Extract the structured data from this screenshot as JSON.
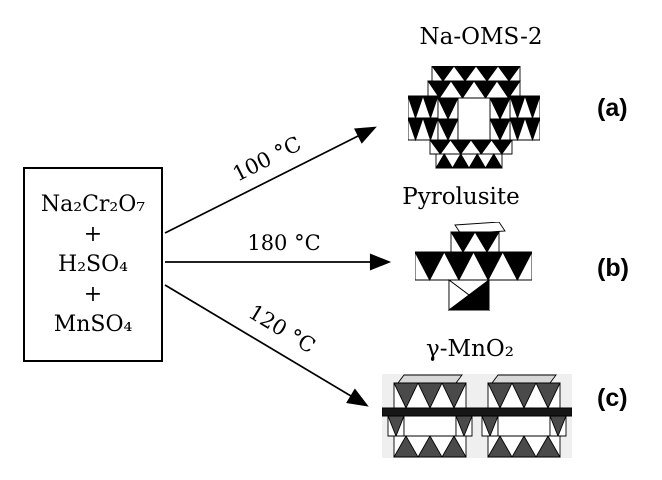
{
  "figure": {
    "type": "reaction-scheme",
    "reactants_box": {
      "lines": [
        "Na₂Cr₂O₇",
        "+",
        "H₂SO₄",
        "+",
        "MnSO₄"
      ]
    },
    "pathways": [
      {
        "temperature": "100 °C",
        "product": "Na-OMS-2",
        "tag": "(a)",
        "structure": "na-oms-2-crystal"
      },
      {
        "temperature": "180 °C",
        "product": "Pyrolusite",
        "tag": "(b)",
        "structure": "pyrolusite-crystal"
      },
      {
        "temperature": "120 °C",
        "product": "γ-MnO₂",
        "tag": "(c)",
        "structure": "gamma-mno2-crystal"
      }
    ],
    "colors": {
      "ink": "#000000",
      "background": "#ffffff",
      "gray_octahedra": "#4a4a4a"
    }
  }
}
